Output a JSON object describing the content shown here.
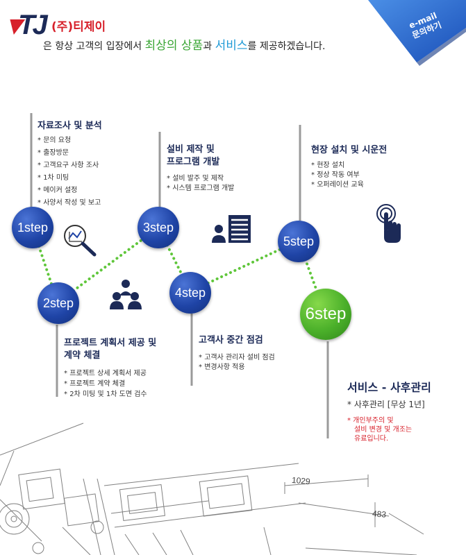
{
  "header": {
    "logo_mark": "TJ",
    "company_name": "(주)티제이",
    "slogan_prefix": "은 항상 고객의 입장에서 ",
    "slogan_highlight_1": "최상의 상품",
    "slogan_middle": "과 ",
    "slogan_highlight_2": "서비스",
    "slogan_suffix": "를 제공하겠습니다."
  },
  "email": {
    "line1": "e-mail",
    "line2": "문의하기"
  },
  "steps": [
    {
      "label": "1step",
      "title": "자료조사 및 분석",
      "items": [
        "문의 요청",
        "출장방문",
        "고객요구 사항 조사",
        "1차 미팅",
        "메이커 설정",
        "사양서 작성 및 보고"
      ]
    },
    {
      "label": "2step",
      "title_line1": "프로젝트 계획서 제공 및",
      "title_line2": "계약 체결",
      "items": [
        "프로젝트 상세 계획서 제공",
        "프로젝트 계약 체결",
        "2차 미팅 및 1차 도면 검수"
      ]
    },
    {
      "label": "3step",
      "title_line1": "설비 제작 및",
      "title_line2": "프로그램 개발",
      "items": [
        "설비 발주 및 제작",
        "시스템 프로그램 개발"
      ]
    },
    {
      "label": "4step",
      "title": "고객사 중간 점검",
      "items": [
        "고객사 관리자 설비 점검",
        "변경사항 적용"
      ]
    },
    {
      "label": "5step",
      "title": "현장 설치 및 시운전",
      "items": [
        "현장 설치",
        "정상 작동 여부",
        "오퍼레이션 교육"
      ]
    },
    {
      "label": "6step"
    }
  ],
  "service": {
    "title": "서비스 - 사후관리",
    "item": "* 사후관리 [무상 1년]",
    "note_line1": "* 개인부주의 및",
    "note_line2": "설비 변경 및 개조는",
    "note_line3": "유료입니다."
  },
  "drawing": {
    "dim_1": "1029",
    "dim_2": "483"
  },
  "icons": {
    "step1": "search-chart-icon",
    "step2": "team-icon",
    "step3": "user-list-icon",
    "step5": "touch-icon"
  },
  "colors": {
    "navy": "#1c2a57",
    "red": "#d7202a",
    "green": "#3aa635",
    "blue": "#1f9ad6",
    "step_blue": "#1f44a6",
    "step_green": "#4bb02a"
  }
}
